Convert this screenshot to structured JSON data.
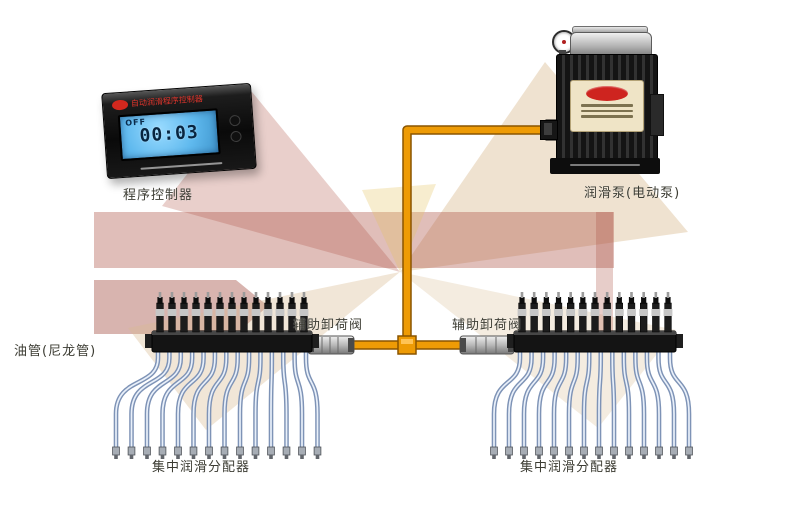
{
  "diagram": {
    "labels": {
      "controller": "程序控制器",
      "pump": "润滑泵(电动泵)",
      "aux_valve": "辅助卸荷阀",
      "tubing": "油管(尼龙管)",
      "distributor": "集中润滑分配器"
    },
    "controller": {
      "title": "自动润滑程序控制器",
      "display_status": "OFF",
      "display_time": "00:03"
    },
    "colors": {
      "pipe_orange": "#EE9B05",
      "lcd_blue": "#5FB9EE",
      "watermark_red": "#A84A3C",
      "watermark_tan": "#D9B98F"
    }
  }
}
